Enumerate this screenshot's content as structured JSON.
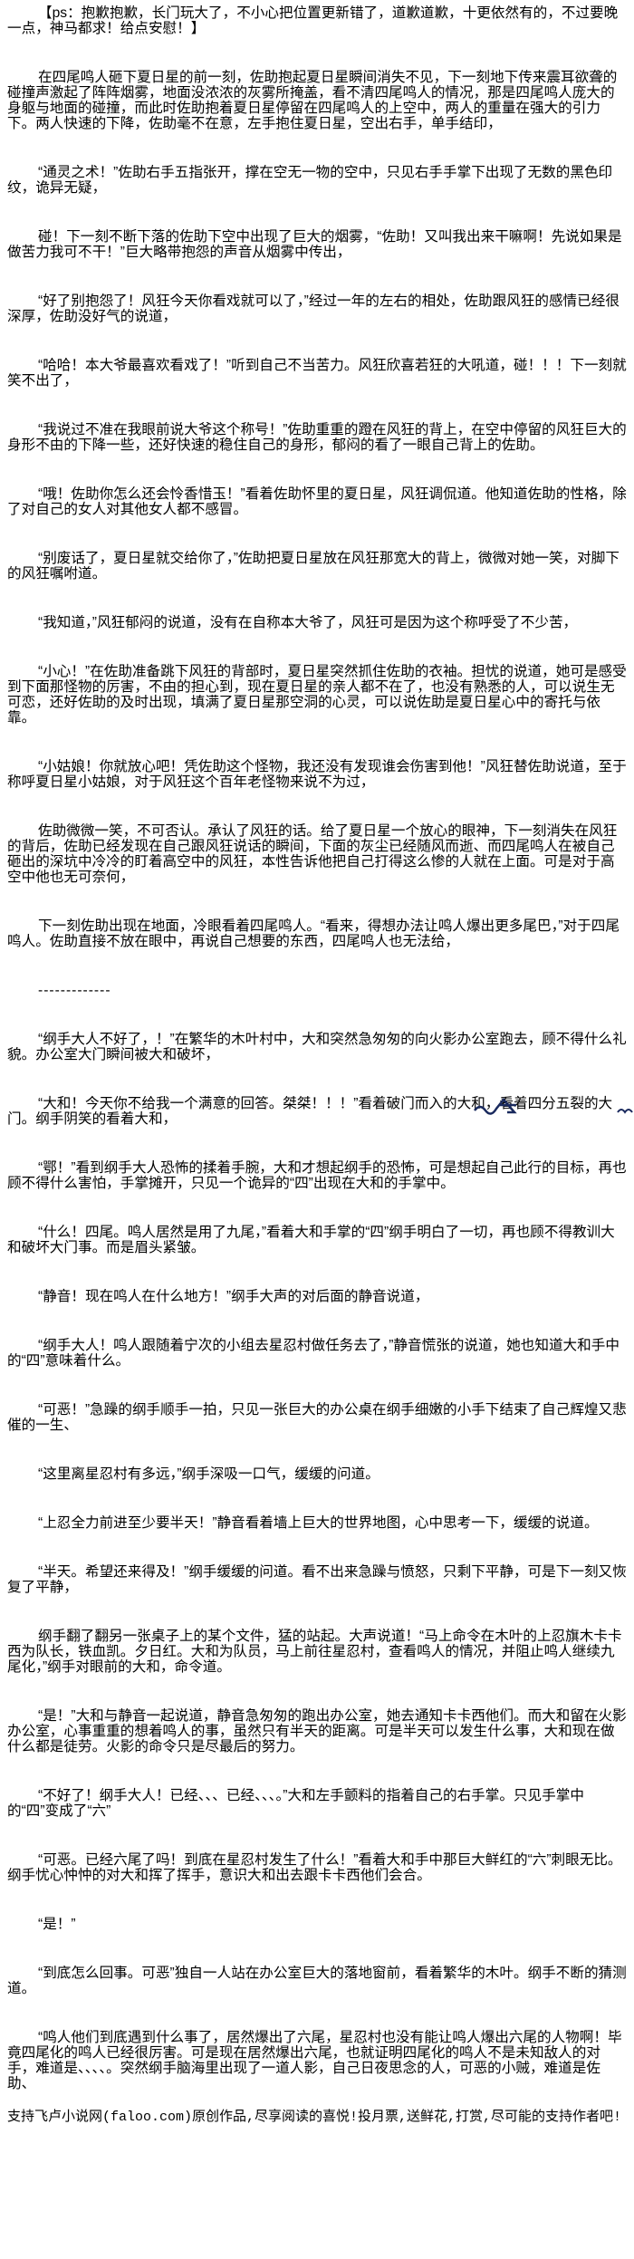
{
  "paragraphs": [
    "【ps：抱歉抱歉，长门玩大了，不小心把位置更新错了，道歉道歉，十更依然有的，不过要晚一点，神马都求！给点安慰！】",
    "在四尾鸣人砸下夏日星的前一刻，佐助抱起夏日星瞬间消失不见，下一刻地下传来震耳欲聋的碰撞声激起了阵阵烟雾，地面没浓浓的灰雾所掩盖，看不清四尾鸣人的情况，那是四尾鸣人庞大的身躯与地面的碰撞，而此时佐助抱着夏日星停留在四尾鸣人的上空中，两人的重量在强大的引力下。两人快速的下降，佐助毫不在意，左手抱住夏日星，空出右手，单手结印，",
    "“通灵之术！”佐助右手五指张开，撑在空无一物的空中，只见右手手掌下出现了无数的黑色印纹，诡异无疑，",
    "碰！下一刻不断下落的佐助下空中出现了巨大的烟雾，“佐助！又叫我出来干嘛啊！先说如果是做苦力我可不干！”巨大略带抱怨的声音从烟雾中传出，",
    "“好了别抱怨了！风狂今天你看戏就可以了，”经过一年的左右的相处，佐助跟风狂的感情已经很深厚，佐助没好气的说道，",
    "“哈哈！本大爷最喜欢看戏了！”听到自己不当苦力。风狂欣喜若狂的大吼道，碰！！！下一刻就笑不出了，",
    "“我说过不准在我眼前说大爷这个称号！”佐助重重的蹬在风狂的背上，在空中停留的风狂巨大的身形不由的下降一些，还好快速的稳住自己的身形，郁闷的看了一眼自己背上的佐助。",
    "“哦！佐助你怎么还会怜香惜玉！”看着佐助怀里的夏日星，风狂调侃道。他知道佐助的性格，除了对自己的女人对其他女人都不感冒。",
    "“别废话了，夏日星就交给你了，”佐助把夏日星放在风狂那宽大的背上，微微对她一笑，对脚下的风狂嘱咐道。",
    "“我知道，”风狂郁闷的说道，没有在自称本大爷了，风狂可是因为这个称呼受了不少苦，",
    "“小心！”在佐助准备跳下风狂的背部时，夏日星突然抓住佐助的衣袖。担忧的说道，她可是感受到下面那怪物的厉害，不由的担心到，现在夏日星的亲人都不在了，也没有熟悉的人，可以说生无可恋，还好佐助的及时出现，填满了夏日星那空洞的心灵，可以说佐助是夏日星心中的寄托与依靠。",
    "“小姑娘！你就放心吧！凭佐助这个怪物，我还没有发现谁会伤害到他！”风狂替佐助说道，至于称呼夏日星小姑娘，对于风狂这个百年老怪物来说不为过，",
    "佐助微微一笑，不可否认。承认了风狂的话。给了夏日星一个放心的眼神，下一刻消失在风狂的背后，佐助已经发现在自己跟风狂说话的瞬间，下面的灰尘已经随风而逝、而四尾鸣人在被自己砸出的深坑中冷冷的盯着高空中的风狂，本性告诉他把自己打得这么惨的人就在上面。可是对于高空中他也无可奈何，",
    "下一刻佐助出现在地面，冷眼看着四尾鸣人。“看来，得想办法让鸣人爆出更多尾巴，”对于四尾鸣人。佐助直接不放在眼中，再说自己想要的东西，四尾鸣人也无法给，",
    "“纲手大人不好了，！”在繁华的木叶村中，大和突然急匆匆的向火影办公室跑去，顾不得什么礼貌。办公室大门瞬间被大和破坏，",
    "“大和！今天你不给我一个满意的回答。桀桀！！！”看着破门而入的大和，看着四分五裂的大门。纲手阴笑的看着大和，",
    "“鄂！”看到纲手大人恐怖的揉着手腕，大和才想起纲手的恐怖，可是想起自己此行的目标，再也顾不得什么害怕，手掌摊开，只见一个诡异的“四”出现在大和的手掌中。",
    "“什么！四尾。鸣人居然是用了九尾，”看着大和手掌的“四”纲手明白了一切，再也顾不得教训大和破坏大门事。而是眉头紧皱。",
    "“静音！现在鸣人在什么地方！”纲手大声的对后面的静音说道，",
    "“纲手大人！鸣人跟随着宁次的小组去星忍村做任务去了，”静音慌张的说道，她也知道大和手中的“四”意味着什么。",
    "“可恶！”急躁的纲手顺手一拍，只见一张巨大的办公桌在纲手细嫩的小手下结束了自己辉煌又悲催的一生、",
    "“这里离星忍村有多远，”纲手深吸一口气，缓缓的问道。",
    "“上忍全力前进至少要半天！”静音看着墙上巨大的世界地图，心中思考一下，缓缓的说道。",
    "“半天。希望还来得及！”纲手缓缓的问道。看不出来急躁与愤怒，只剩下平静，可是下一刻又恢复了平静，",
    "纲手翻了翻另一张桌子上的某个文件，猛的站起。大声说道！“马上命令在木叶的上忍旗木卡卡西为队长，铁血凯。夕日红。大和为队员，马上前往星忍村，查看鸣人的情况，并阻止鸣人继续九尾化，”纲手对眼前的大和，命令道。",
    "“是！”大和与静音一起说道，静音急匆匆的跑出办公室，她去通知卡卡西他们。而大和留在火影办公室，心事重重的想着鸣人的事，虽然只有半天的距离。可是半天可以发生什么事，大和现在做什么都是徒劳。火影的命令只是尽最后的努力。",
    "“不好了！纲手大人！已经、、、已经、、、。”大和左手颤料的指着自己的右手掌。只见手掌中的“四”变成了“六”",
    "“可恶。已经六尾了吗！到底在星忍村发生了什么！”看着大和手中那巨大鲜红的“六”刺眼无比。纲手忧心忡忡的对大和挥了挥手，意识大和出去跟卡卡西他们会合。",
    "“是！”",
    "“到底怎么回事。可恶”独自一人站在办公室巨大的落地窗前，看着繁华的木叶。纲手不断的猜测道。",
    "“鸣人他们到底遇到什么事了，居然爆出了六尾，星忍村也没有能让鸣人爆出六尾的人物啊！毕竟四尾化的鸣人已经很厉害。可是现在居然爆出六尾，也就证明四尾化的鸣人不是未知敌人的对手，难道是、、、、。突然纲手脑海里出现了一道人影，自己日夜思念的人，可恶的小贼，难道是佐助、"
  ],
  "separator": "-------------",
  "footer": "支持飞卢小说网(faloo.com)原创作品,尽享阅读的喜悦!投月票,送鲜花,打赏,尽可能的支持作者吧!",
  "colors": {
    "text": "#000000",
    "watermark": "#1a2a5e"
  }
}
